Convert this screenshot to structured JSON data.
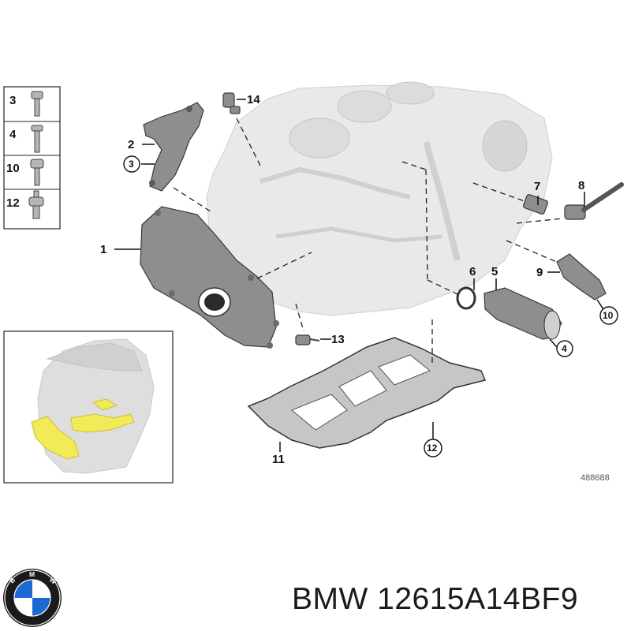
{
  "diagram": {
    "callouts": [
      "1",
      "2",
      "3",
      "4",
      "5",
      "6",
      "7",
      "8",
      "9",
      "10",
      "11",
      "12",
      "13",
      "14"
    ],
    "circled_callouts": [
      "3",
      "4",
      "10",
      "12"
    ],
    "hardware_legend": [
      "3",
      "4",
      "10",
      "12"
    ],
    "reference_number": "488688"
  },
  "footer": {
    "brand_text": "BMW 12615A14BF9",
    "logo_letters": "BMW"
  },
  "colors": {
    "part_gray": "#8e8e8e",
    "block_gray": "#e9e9e9",
    "highlight_yellow": "#f3ea58"
  }
}
